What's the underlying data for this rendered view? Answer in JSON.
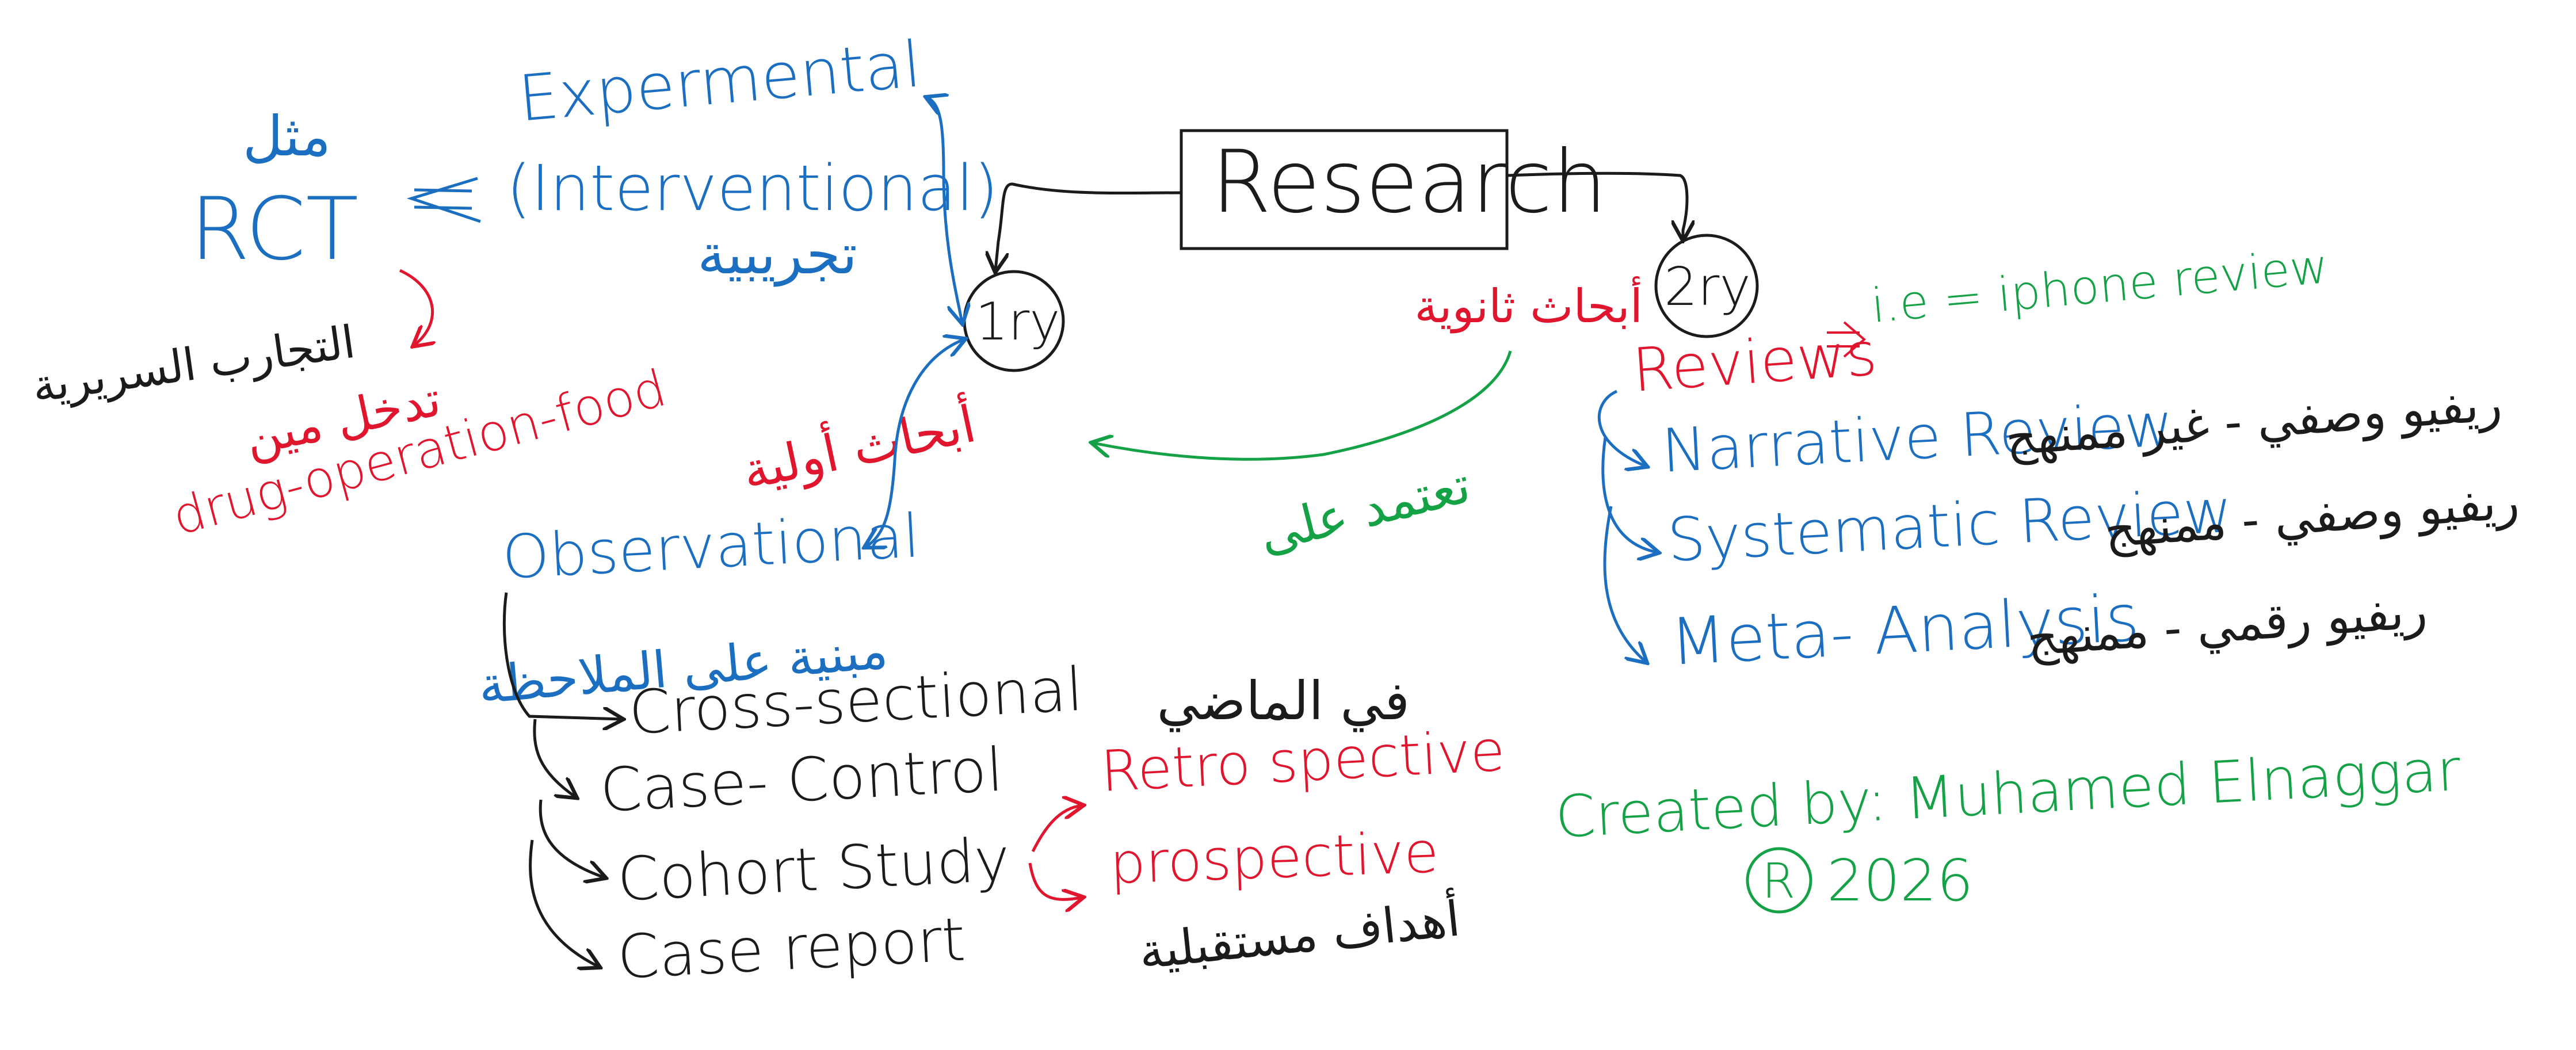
{
  "colors": {
    "black": "#1b1b1b",
    "blue": "#1c6fc0",
    "red": "#e0162f",
    "green": "#15a146"
  },
  "research": {
    "title": "Research"
  },
  "primary": {
    "node": "1ry",
    "label_ar": "أبحاث أولية",
    "experimental": {
      "line1": "Expermental",
      "line2": "(Interventional)",
      "label_ar": "تجريبية",
      "example_ar": "مثل",
      "rct": "RCT",
      "rct_ar": "التجارب السريرية",
      "intervention_ar": "تدخل مين",
      "examples": "drug-operation-food"
    },
    "observational": {
      "title": "Observational",
      "label_ar": "مبنية على الملاحظة",
      "types": [
        "Cross-sectional",
        "Case- Control",
        "Cohort Study",
        "Case report"
      ],
      "past_ar": "في الماضي",
      "future_ar": "أهداف مستقبلية",
      "retrospective": "Retro spective",
      "prospective": "prospective"
    }
  },
  "secondary": {
    "node": "2ry",
    "label_ar": "أبحاث ثانوية",
    "depends_ar": "تعتمد على",
    "reviews": "Reviews",
    "example": "i.e = iphone review",
    "types": [
      {
        "name": "Narrative Review",
        "desc_ar": "ريفيو وصفي - غير ممنهج"
      },
      {
        "name": "Systematic Review",
        "desc_ar": "ريفيو وصفي - ممنهج"
      },
      {
        "name": "Meta- Analysis",
        "desc_ar": "ريفيو رقمي - ممنهج"
      }
    ]
  },
  "credit": {
    "created_by": "Created by: Muhamed Elnaggar",
    "mark": "R",
    "year": "2026"
  }
}
